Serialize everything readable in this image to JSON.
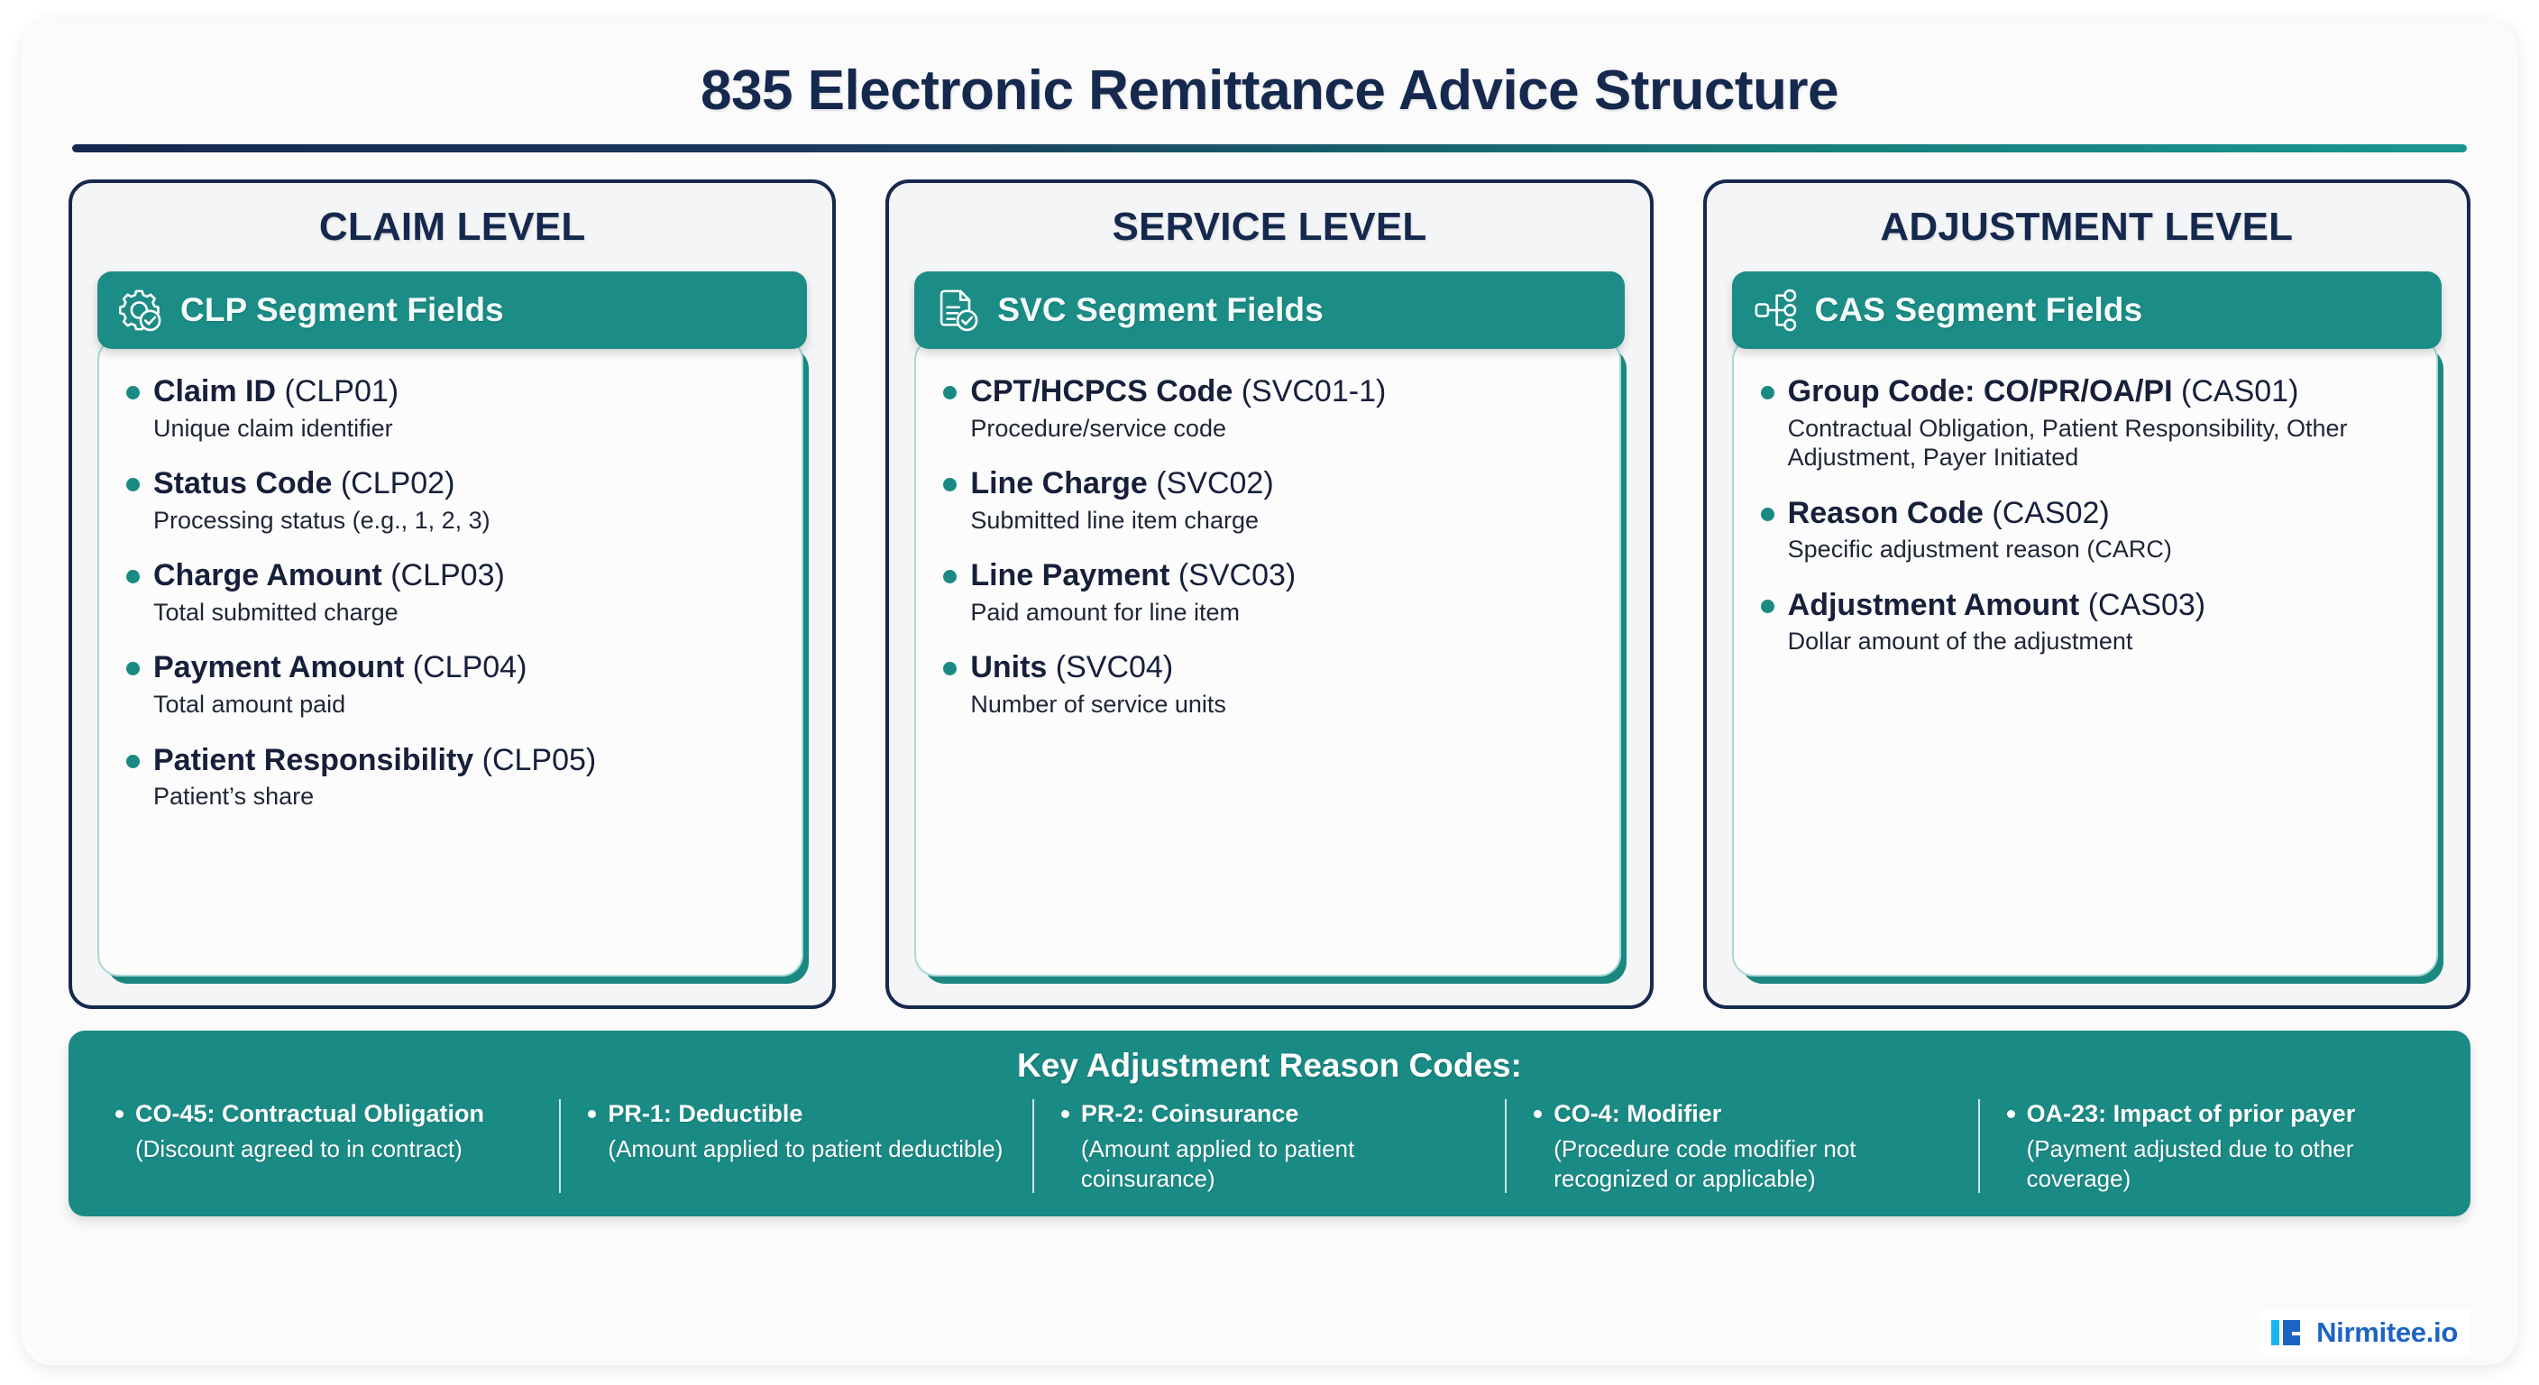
{
  "page": {
    "title": "835 Electronic Remittance Advice Structure",
    "accent_navy": "#15284d",
    "accent_teal": "#1a8a85",
    "background": "#fbfbfc"
  },
  "cards": [
    {
      "title": "CLAIM LEVEL",
      "ribbon_label": "CLP Segment Fields",
      "ribbon_icon": "gear-check-icon",
      "fields": [
        {
          "name": "Claim ID",
          "code": "(CLP01)",
          "desc": "Unique claim identifier"
        },
        {
          "name": "Status Code",
          "code": "(CLP02)",
          "desc": "Processing status (e.g., 1, 2, 3)"
        },
        {
          "name": "Charge Amount",
          "code": "(CLP03)",
          "desc": "Total submitted charge"
        },
        {
          "name": "Payment Amount",
          "code": "(CLP04)",
          "desc": "Total amount paid"
        },
        {
          "name": "Patient Responsibility",
          "code": "(CLP05)",
          "desc": "Patient’s share"
        }
      ]
    },
    {
      "title": "SERVICE LEVEL",
      "ribbon_label": "SVC Segment Fields",
      "ribbon_icon": "document-check-icon",
      "fields": [
        {
          "name": "CPT/HCPCS Code",
          "code": "(SVC01-1)",
          "desc": "Procedure/service code"
        },
        {
          "name": "Line Charge",
          "code": "(SVC02)",
          "desc": "Submitted line item charge"
        },
        {
          "name": "Line Payment",
          "code": "(SVC03)",
          "desc": "Paid amount for line item"
        },
        {
          "name": "Units",
          "code": "(SVC04)",
          "desc": "Number of service units"
        }
      ]
    },
    {
      "title": "ADJUSTMENT LEVEL",
      "ribbon_label": "CAS Segment Fields",
      "ribbon_icon": "sitemap-icon",
      "fields": [
        {
          "name": "Group Code: CO/PR/OA/PI",
          "code": "(CAS01)",
          "desc": "Contractual Obligation, Patient Responsibility, Other Adjustment, Payer Initiated"
        },
        {
          "name": "Reason Code",
          "code": "(CAS02)",
          "desc": "Specific adjustment reason (CARC)"
        },
        {
          "name": "Adjustment Amount",
          "code": "(CAS03)",
          "desc": "Dollar amount of the adjustment"
        }
      ]
    }
  ],
  "reasons": {
    "title": "Key Adjustment Reason Codes:",
    "items": [
      {
        "code": "CO-45: Contractual Obligation",
        "desc": "(Discount agreed to in contract)"
      },
      {
        "code": "PR-1: Deductible",
        "desc": "(Amount applied to patient deductible)"
      },
      {
        "code": "PR-2: Coinsurance",
        "desc": "(Amount applied to patient coinsurance)"
      },
      {
        "code": "CO-4: Modifier",
        "desc": "(Procedure code modifier not recognized or applicable)"
      },
      {
        "code": "OA-23: Impact of prior payer",
        "desc": "(Payment adjusted due to other coverage)"
      }
    ]
  },
  "logo": {
    "text": "Nirmitee.io",
    "mark_colors": {
      "bar": "#18b6ef",
      "shape": "#1c63c4"
    }
  }
}
